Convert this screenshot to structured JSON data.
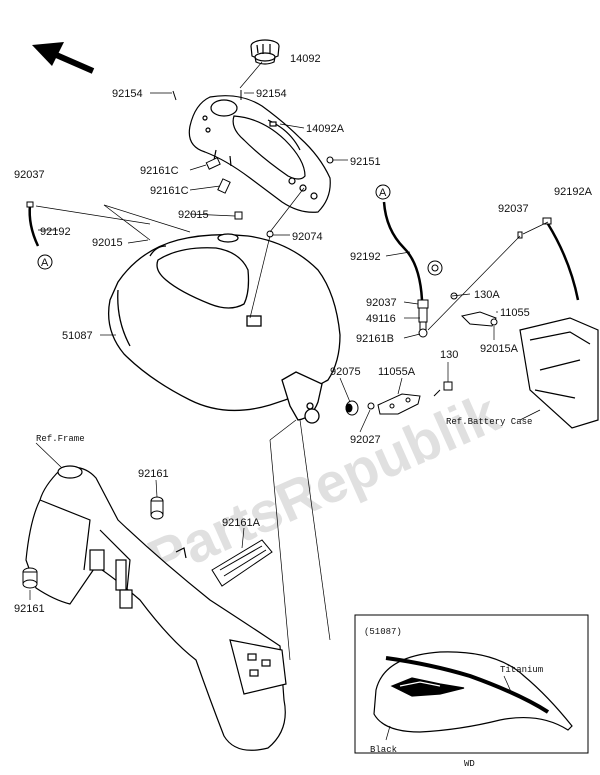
{
  "watermark": "PartsRepublik",
  "labels": {
    "p14092": "14092",
    "p92154a": "92154",
    "p92154b": "92154",
    "p14092A": "14092A",
    "p92037a": "92037",
    "p92161C_1": "92161C",
    "p92151": "92151",
    "p92161C_2": "92161C",
    "p92192A": "92192A",
    "p92015a": "92015",
    "p92037b": "92037",
    "p92192a": "92192",
    "p92015b": "92015",
    "p92074": "92074",
    "calloutA1": "A",
    "calloutA2": "A",
    "p92192b": "92192",
    "p130A": "130A",
    "p92037c": "92037",
    "p11055": "11055",
    "p49116": "49116",
    "p51087": "51087",
    "p92161B": "92161B",
    "p92015A": "92015A",
    "p130": "130",
    "p11055A": "11055A",
    "p92075": "92075",
    "p92027": "92027",
    "refBattery": "Ref.Battery Case",
    "refFrame": "Ref.Frame",
    "p92161a": "92161",
    "p92161A": "92161A",
    "p92161b": "92161",
    "inset51087": "(51087)",
    "titanium": "Titanium",
    "black": "Black",
    "wd": "WD"
  }
}
